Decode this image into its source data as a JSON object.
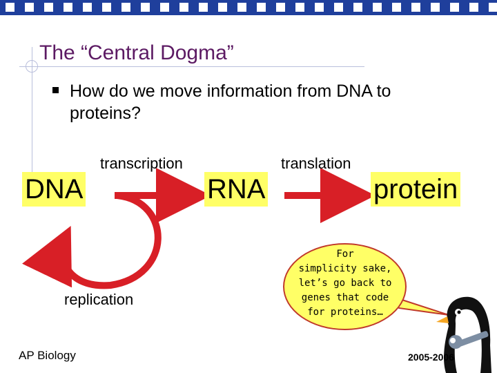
{
  "slide": {
    "title": "The “Central Dogma”",
    "bullet": "How do we move information from DNA to proteins?"
  },
  "diagram": {
    "nodes": [
      "DNA",
      "RNA",
      "protein"
    ],
    "process_labels": {
      "transcription": "transcription",
      "translation": "translation",
      "replication": "replication"
    },
    "highlight_color": "#ffff66",
    "arrow_color": "#d81f26"
  },
  "callout": {
    "lines": [
      "For",
      "simplicity sake,",
      "let’s go back to",
      "genes that code",
      "for proteins…"
    ],
    "fill_color": "#ffff66",
    "border_color": "#c0392b"
  },
  "footer": {
    "left": "AP Biology",
    "right": "2005-2006"
  },
  "icons": {
    "bullet": "square-bullet-icon",
    "mascot": "penguin-with-wrench-icon"
  },
  "theme": {
    "header_bar": "#1f3f9c",
    "title_color": "#5c1a63"
  }
}
